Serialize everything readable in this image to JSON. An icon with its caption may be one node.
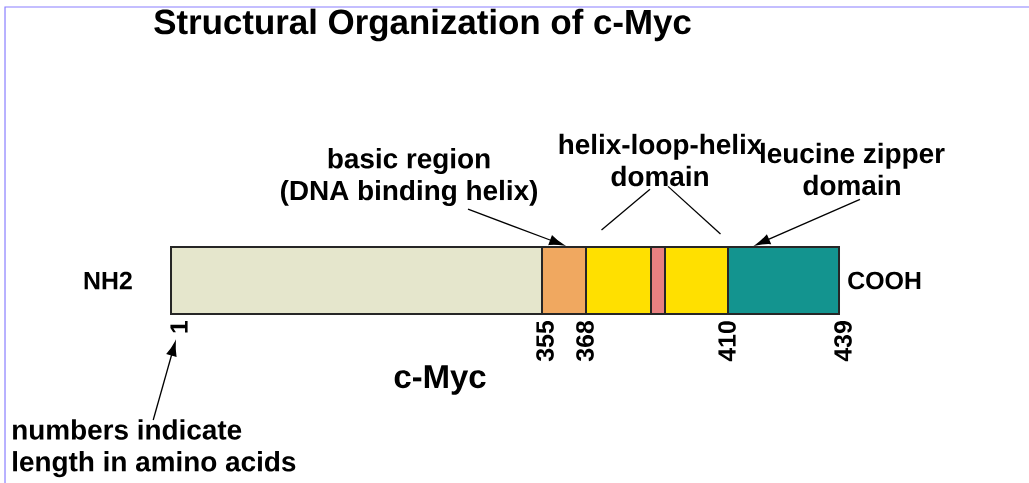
{
  "diagram": {
    "title": "Structural Organization of c-Myc",
    "nodes": [
      {
        "text": [],
        "shape": "bar",
        "beside": [
          "NH2"
        ]
      },
      {
        "text": [],
        "shape": "bar"
      },
      {
        "text": [],
        "shape": "bar"
      },
      {
        "text": [],
        "shape": "bar"
      },
      {
        "text": [],
        "shape": "bar"
      },
      {
        "text": [],
        "shape": "bar",
        "beside": [
          "COOH"
        ]
      },
      {
        "text": [
          "basic region (DNA binding helix)"
        ]
      },
      {
        "text": [
          "helix-loop-helix domain"
        ]
      },
      {
        "text": [
          "leucine zipper domain"
        ]
      },
      {
        "text": [
          "numbers indicate length in amino acids"
        ]
      },
      {
        "text": [
          "1"
        ]
      }
    ],
    "edges": [
      {
        "from": 6,
        "to": 1,
        "arrow": "to"
      },
      {
        "from": 7,
        "to": 2,
        "arrow": "none"
      },
      {
        "from": 7,
        "to": 4,
        "arrow": "none"
      },
      {
        "from": 8,
        "to": 5,
        "arrow": "to"
      },
      {
        "from": 9,
        "to": 10,
        "arrow": "to"
      }
    ],
    "labels": [
      "355",
      "368",
      "410",
      "439",
      "c-Myc"
    ]
  }
}
